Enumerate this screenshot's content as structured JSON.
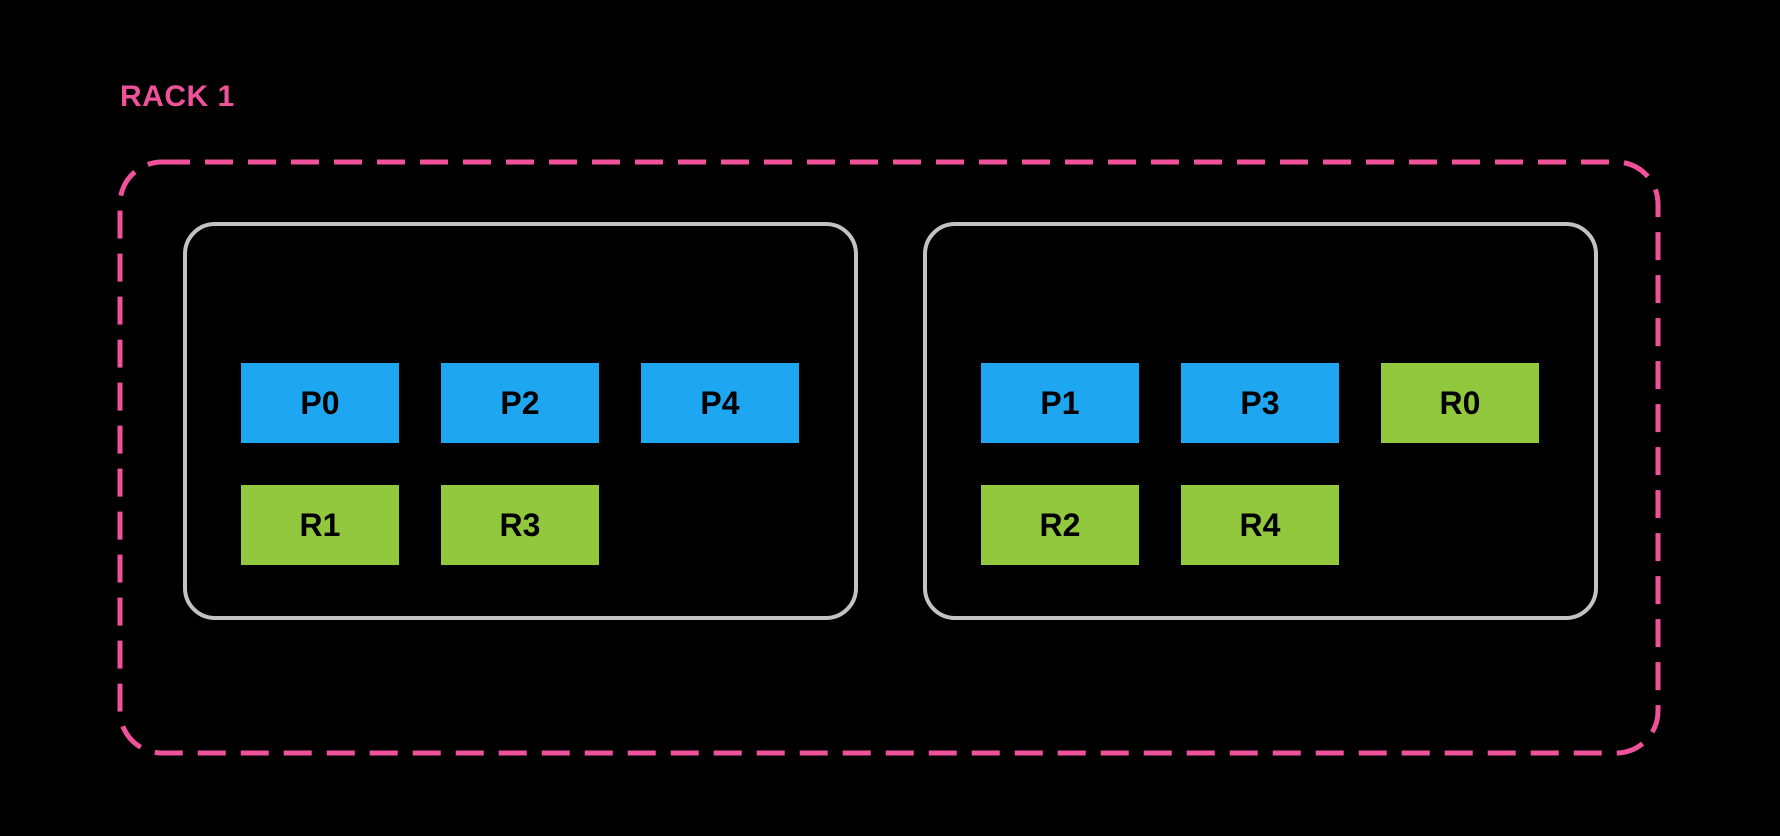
{
  "diagram": {
    "rack_label": "RACK 1",
    "hosts": [
      {
        "rows": [
          [
            {
              "label": "P0",
              "type": "primary"
            },
            {
              "label": "P2",
              "type": "primary"
            },
            {
              "label": "P4",
              "type": "primary"
            }
          ],
          [
            {
              "label": "R1",
              "type": "replica"
            },
            {
              "label": "R3",
              "type": "replica"
            }
          ]
        ]
      },
      {
        "rows": [
          [
            {
              "label": "P1",
              "type": "primary"
            },
            {
              "label": "P3",
              "type": "primary"
            },
            {
              "label": "R0",
              "type": "replica"
            }
          ],
          [
            {
              "label": "R2",
              "type": "replica"
            },
            {
              "label": "R4",
              "type": "replica"
            }
          ]
        ]
      }
    ]
  },
  "colors": {
    "background": "#000000",
    "rack_pink": "#F0519B",
    "host_border_gray": "#C3C3C3",
    "primary_blue": "#1EA7F0",
    "replica_green": "#92C83E",
    "block_text": "#000000"
  }
}
